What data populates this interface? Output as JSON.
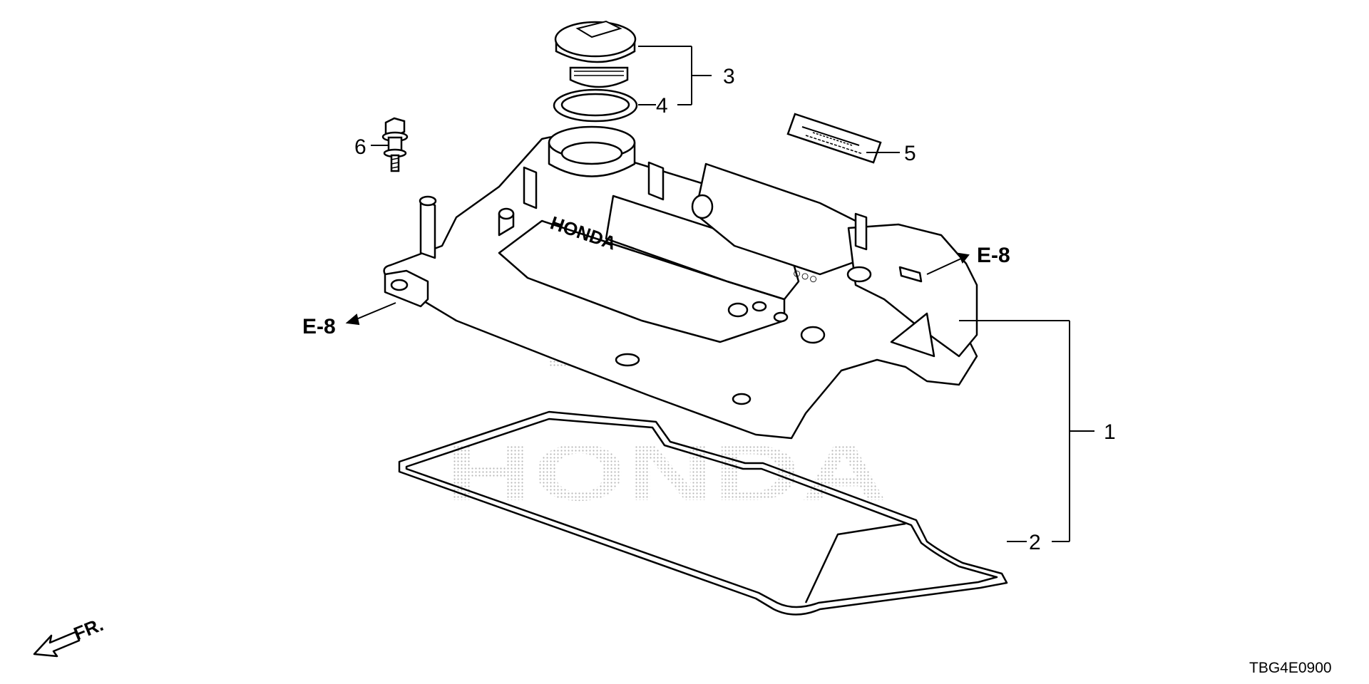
{
  "diagram": {
    "callouts": [
      {
        "id": "1",
        "label": "1"
      },
      {
        "id": "2",
        "label": "2"
      },
      {
        "id": "3",
        "label": "3"
      },
      {
        "id": "4",
        "label": "4"
      },
      {
        "id": "5",
        "label": "5"
      },
      {
        "id": "6",
        "label": "6"
      }
    ],
    "references": {
      "left": "E-8",
      "right": "E-8"
    },
    "front_indicator": "FR.",
    "watermark": "HONDA",
    "diagram_code": "TBG4E0900",
    "colors": {
      "line": "#000000",
      "watermark": "#b8b8b8",
      "background": "#ffffff"
    }
  }
}
